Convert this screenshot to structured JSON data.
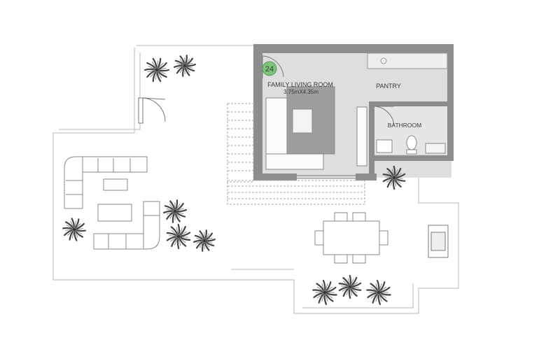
{
  "rooms": {
    "family_living_room": {
      "number": "24",
      "name": "FAMILY LIVING ROOM",
      "dimensions": "3.75mX4.35m",
      "badge_color": "#7dc47a"
    },
    "pantry": {
      "name": "PANTRY"
    },
    "bathroom": {
      "name": "BATHROOM"
    }
  },
  "colors": {
    "wall": "#8a8a8a",
    "floor": "#dcdcdc",
    "furniture": "#9a9a9a",
    "outline": "#b0b0b0"
  }
}
